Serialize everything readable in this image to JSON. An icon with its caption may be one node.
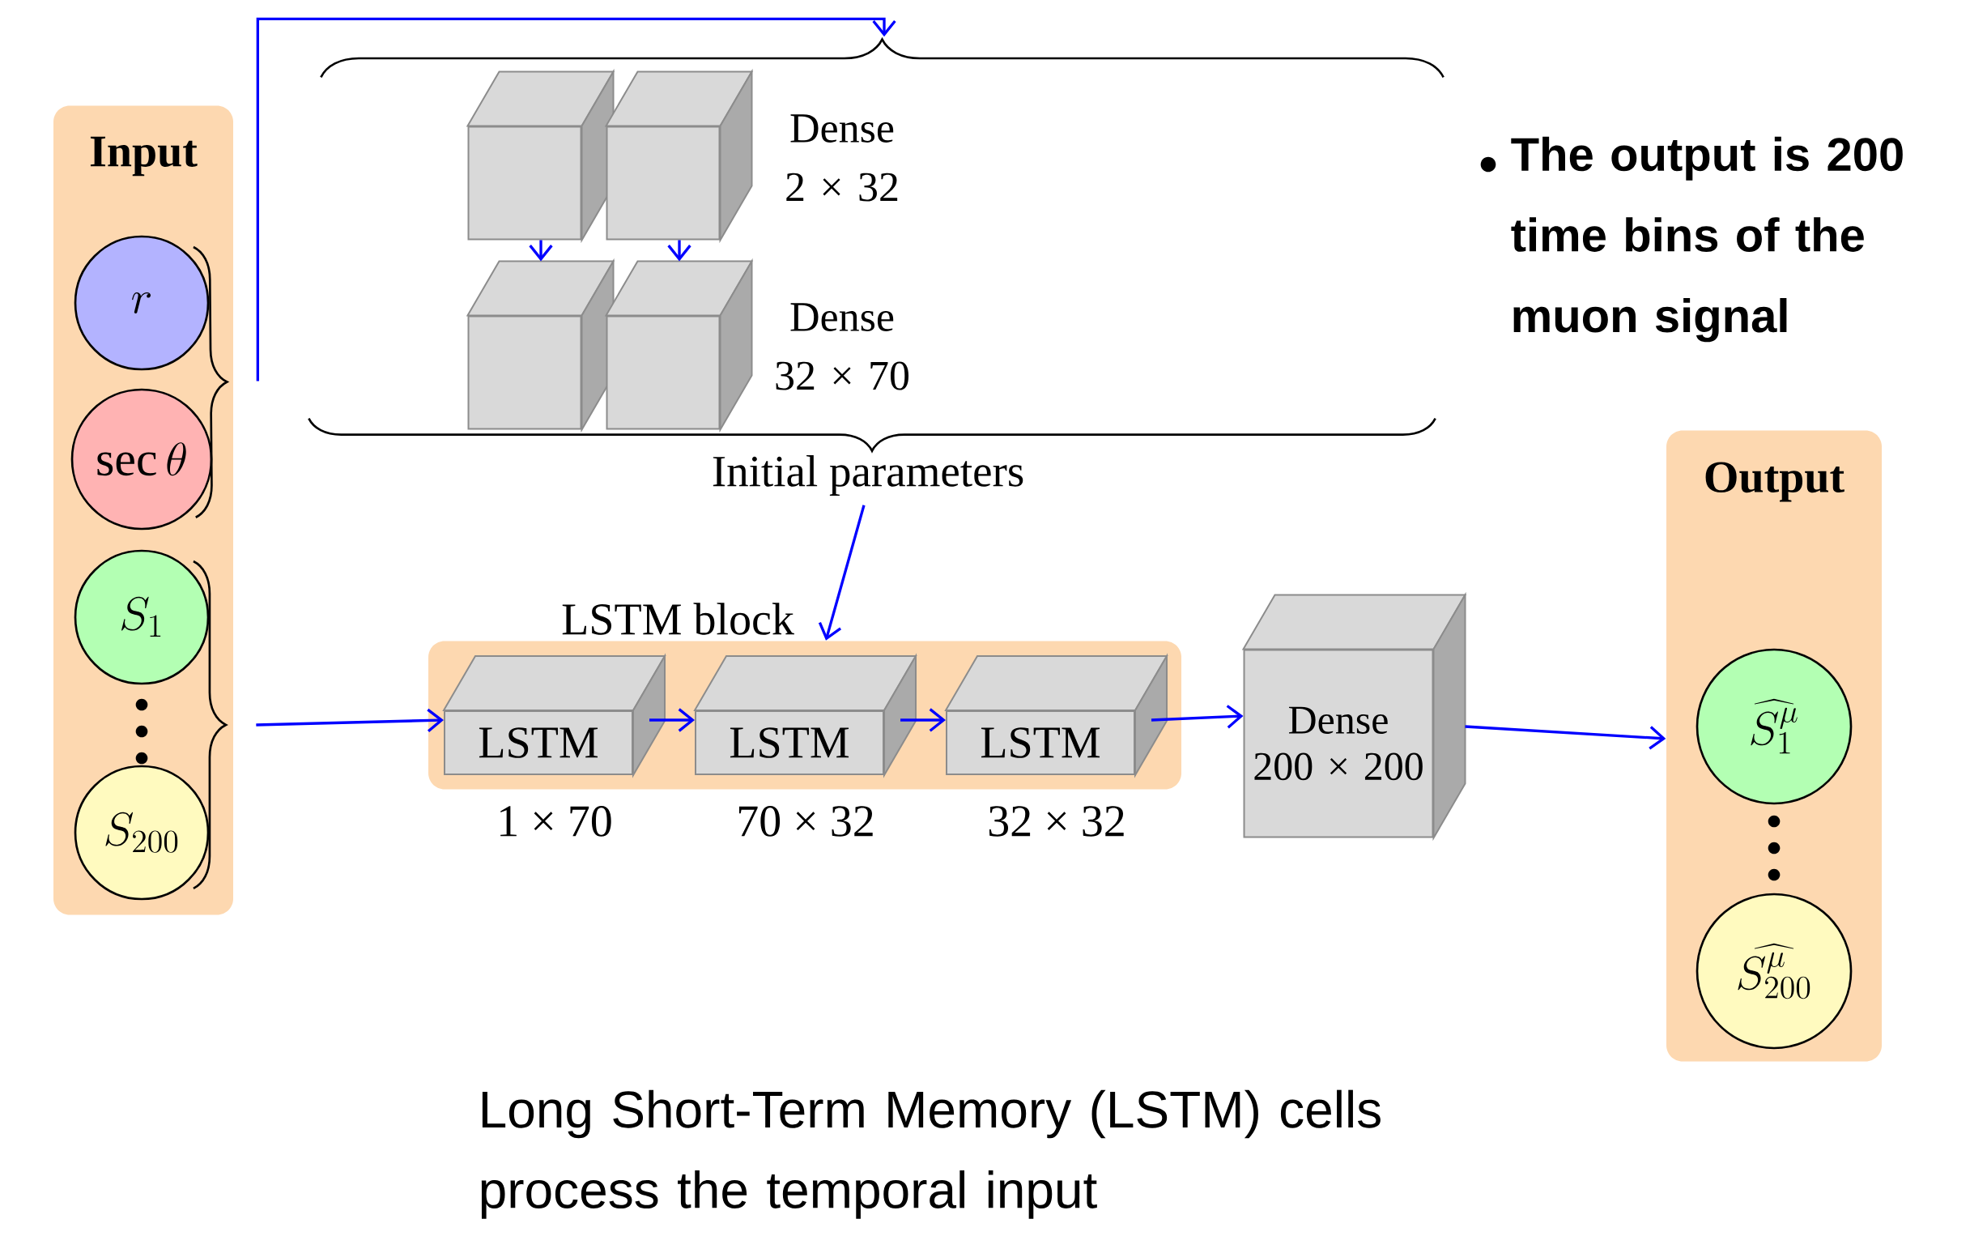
{
  "diagram": {
    "caption": "Long Short-Term Memory (LSTM) cells process the temporal input",
    "nodes": [
      {
        "text": [
          "Input"
        ]
      },
      {
        "text": [
          "r"
        ],
        "in": 0
      },
      {
        "text": [
          "\\sec\\theta"
        ],
        "in": 0
      },
      {
        "text": [
          "S_1"
        ],
        "in": 0
      },
      {
        "text": [
          "S_{200}"
        ],
        "in": 0
      },
      {
        "text": [
          "Initial parameters"
        ]
      },
      {
        "text": [],
        "shape": "box",
        "in": 5
      },
      {
        "text": [],
        "shape": "box",
        "in": 5
      },
      {
        "text": [],
        "shape": "box",
        "in": 5
      },
      {
        "text": [],
        "shape": "box",
        "in": 5
      },
      {
        "text": [
          "LSTM block"
        ]
      },
      {
        "text": [
          "LSTM"
        ],
        "in": 10,
        "beside": [
          "1 × 70"
        ]
      },
      {
        "text": [
          "LSTM"
        ],
        "in": 10,
        "beside": [
          "70 × 32"
        ]
      },
      {
        "text": [
          "LSTM"
        ],
        "in": 10,
        "beside": [
          "32 × 32"
        ]
      },
      {
        "text": [
          "Dense 200 × 200"
        ]
      },
      {
        "text": [
          "Output"
        ]
      },
      {
        "text": [
          "\\widehat{S^{\\mu}_1}"
        ],
        "in": 15
      },
      {
        "text": [
          "\\widehat{S^{\\mu}_{200}}"
        ],
        "in": 15
      }
    ],
    "edges": [
      {
        "from": 1,
        "to": 5,
        "arrow": "to"
      },
      {
        "from": 2,
        "to": 5,
        "arrow": "to"
      },
      {
        "from": 3,
        "to": 11,
        "arrow": "to"
      },
      {
        "from": 4,
        "to": 11,
        "arrow": "to"
      },
      {
        "from": 6,
        "to": 8,
        "arrow": "to"
      },
      {
        "from": 7,
        "to": 9,
        "arrow": "to"
      },
      {
        "from": 5,
        "to": 10,
        "arrow": "to"
      },
      {
        "from": 11,
        "to": 12,
        "arrow": "to"
      },
      {
        "from": 12,
        "to": 13,
        "arrow": "to"
      },
      {
        "from": 13,
        "to": 14,
        "arrow": "to"
      },
      {
        "from": 14,
        "to": 15,
        "arrow": "to"
      }
    ],
    "labels": [
      "Dense 2 × 32",
      "Dense 32 × 70",
      "The output is 200 time bins of the muon signal"
    ]
  }
}
